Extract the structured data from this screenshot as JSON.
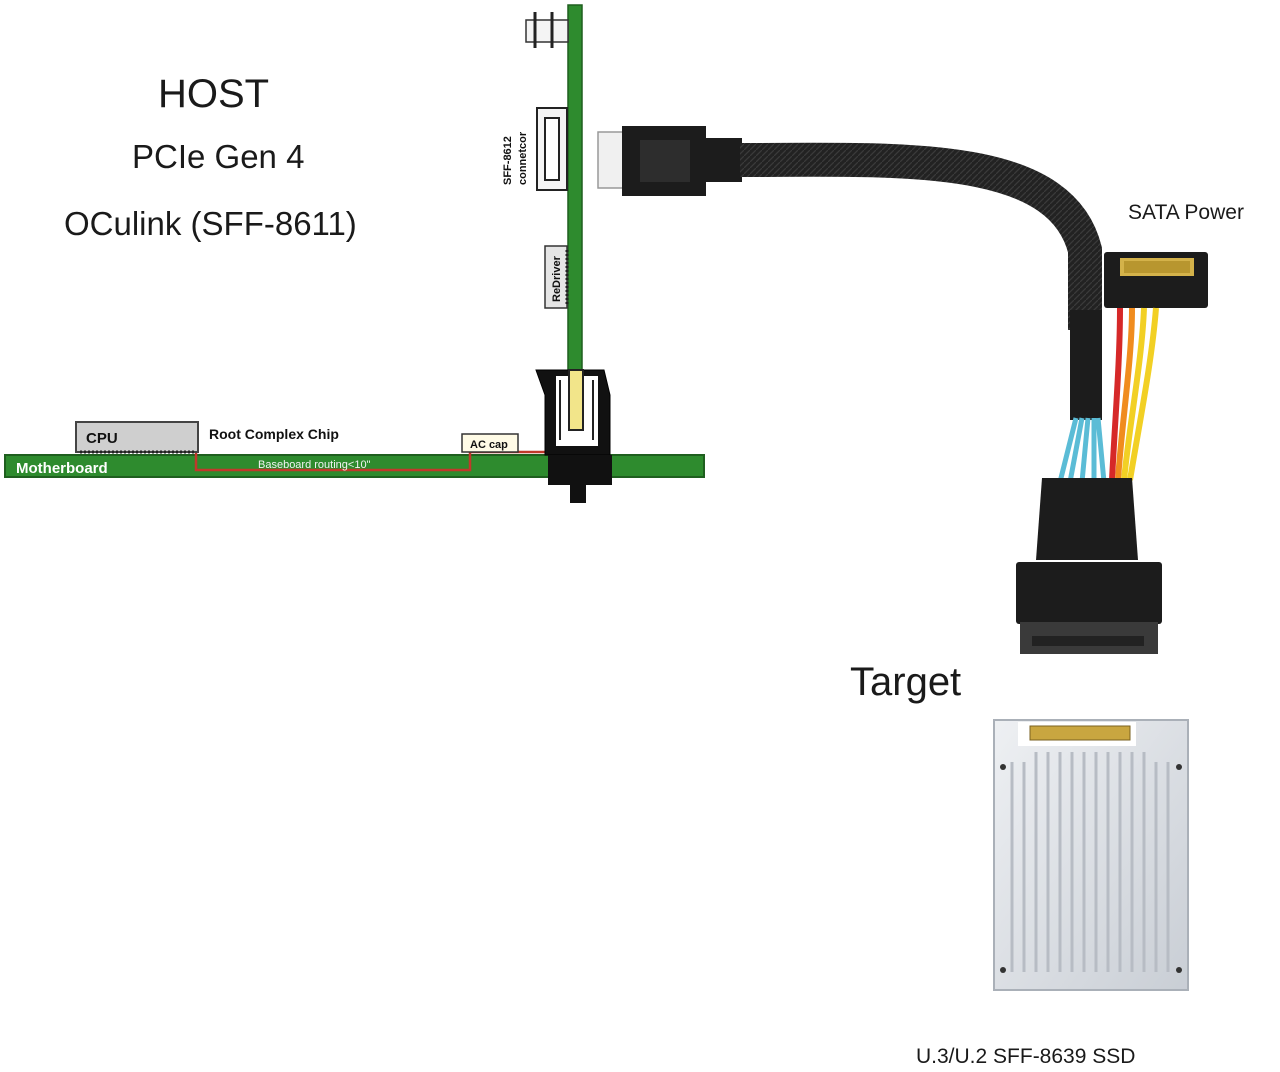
{
  "host": {
    "title": "HOST",
    "interface": "PCIe Gen 4",
    "port": "OCulink (SFF-8611)"
  },
  "board": {
    "cpu": "CPU",
    "root_complex": "Root Complex Chip",
    "motherboard": "Motherboard",
    "routing": "Baseboard routing<10\"",
    "ac_cap": "AC cap",
    "redriver": "ReDriver",
    "connector_line1": "SFF-8612",
    "connector_line2": "connetcor"
  },
  "cable": {
    "sata_power": "SATA Power"
  },
  "target": {
    "title": "Target",
    "ssd": "U.3/U.2 SFF-8639 SSD"
  },
  "colors": {
    "pcb_green": "#2e8b2e",
    "pcb_edge": "#1f5f1f",
    "trace_red": "#c0392b",
    "cable_black": "#1c1c1c",
    "ssd_silver": "#d9dde2",
    "wire_red": "#d62828",
    "wire_orange": "#f08c1e",
    "wire_yellow": "#f2d024",
    "wire_teal": "#5bbcd6"
  }
}
